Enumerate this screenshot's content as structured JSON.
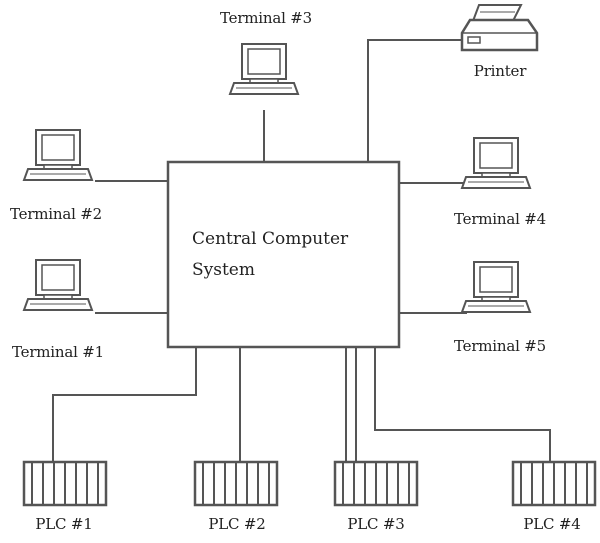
{
  "central": {
    "line1": "Central Computer",
    "line2": "System"
  },
  "terminals": [
    {
      "label": "Terminal #1"
    },
    {
      "label": "Terminal #2"
    },
    {
      "label": "Terminal #3"
    },
    {
      "label": "Terminal #4"
    },
    {
      "label": "Terminal #5"
    }
  ],
  "printer": {
    "label": "Printer"
  },
  "plcs": [
    {
      "label": "PLC #1"
    },
    {
      "label": "PLC #2"
    },
    {
      "label": "PLC #3"
    },
    {
      "label": "PLC #4"
    }
  ],
  "colors": {
    "stroke": "#555555",
    "screen": "#ffffff"
  }
}
